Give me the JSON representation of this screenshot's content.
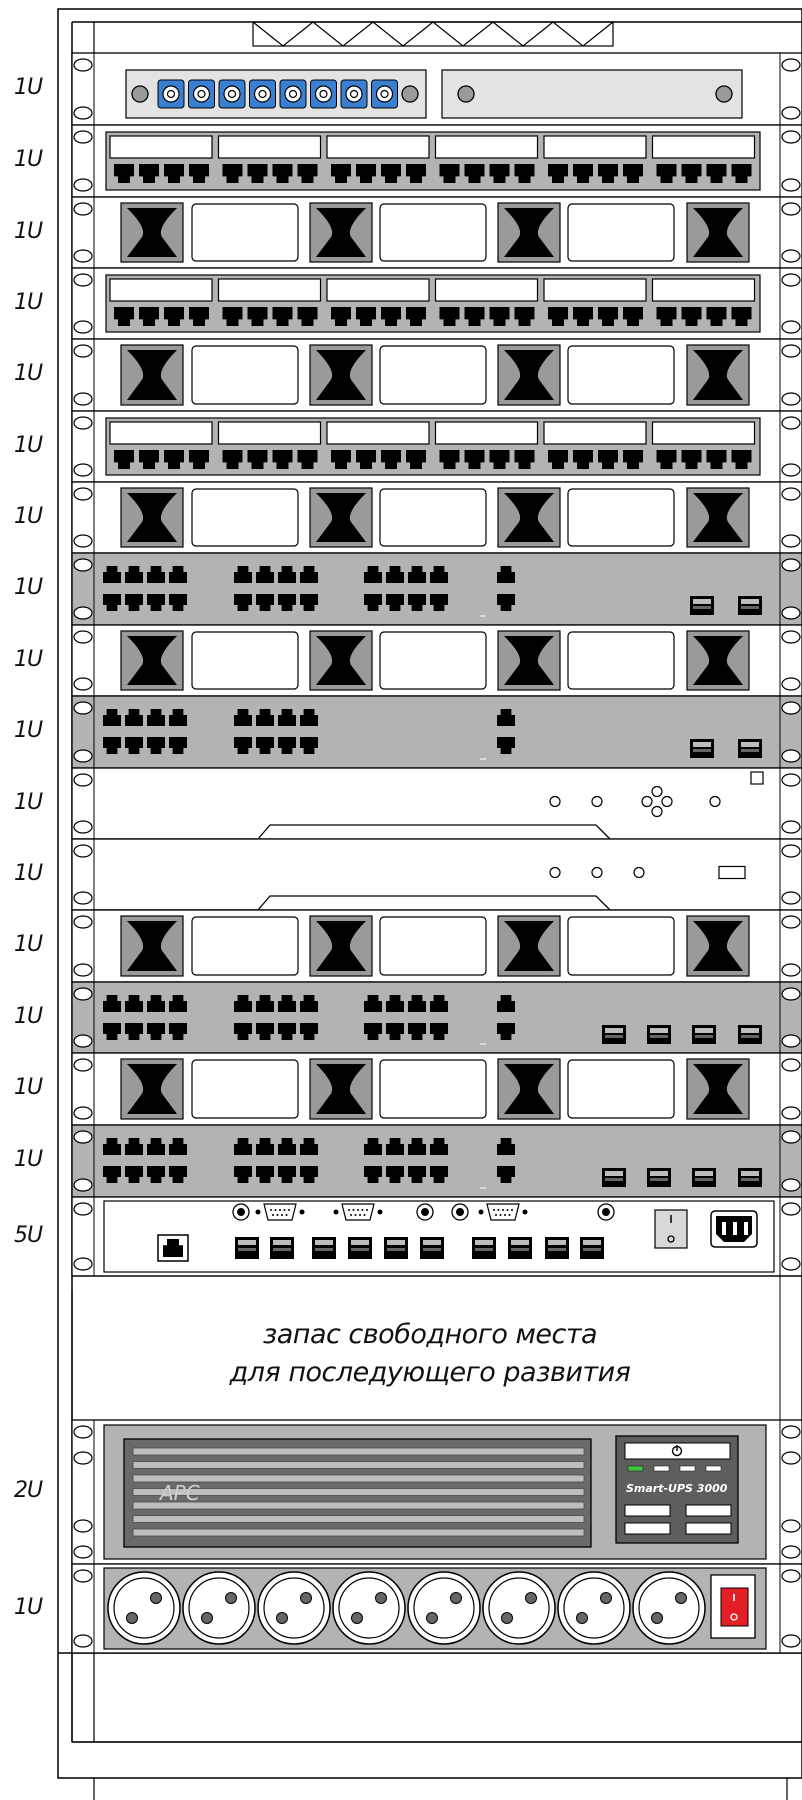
{
  "units": [
    "1U",
    "1U",
    "1U",
    "1U",
    "1U",
    "1U",
    "1U",
    "1U",
    "1U",
    "1U",
    "1U",
    "1U",
    "1U",
    "1U",
    "1U",
    "1U",
    "5U",
    "2U",
    "1U"
  ],
  "reserve_note": {
    "line1": "запас свободного места",
    "line2": "для последующего развития"
  },
  "ups": {
    "brand": "APC",
    "model": "Smart-UPS 3000"
  },
  "colors": {
    "panel_gray": "#b3b3b3",
    "fiber_port": "#3b7fd0",
    "switch_red": "#e31e24"
  },
  "icons": [
    "power-icon",
    "iec-inlet-icon",
    "schuko-socket-icon",
    "rocker-switch-icon",
    "rj45-port-icon",
    "sfp-port-icon",
    "serial-port-icon"
  ]
}
